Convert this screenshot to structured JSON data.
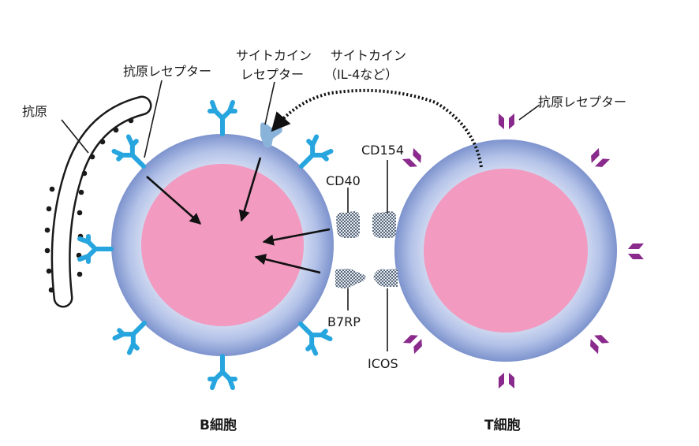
{
  "labels": {
    "antigen": "抗原",
    "b_antigen_receptor": "抗原レセプター",
    "cytokine_receptor_line1": "サイトカイン",
    "cytokine_receptor_line2": "レセプター",
    "cytokine_line1": "サイトカイン",
    "cytokine_line2": "（IL-4など）",
    "t_antigen_receptor": "抗原レセプター",
    "cd154": "CD154",
    "cd40": "CD40",
    "b7rp": "B7RP",
    "icos": "ICOS",
    "b_cell": "B細胞",
    "t_cell": "T細胞"
  },
  "colors": {
    "membrane_outer": "#7f95cf",
    "membrane_inner": "#c9d3ee",
    "cytoplasm": "#f39ac0",
    "b_receptor": "#29a6df",
    "t_receptor": "#8a2a8c",
    "cytokine_receptor": "#8ab3d9",
    "molecule": "#6f7f94",
    "text": "#1a1a1a"
  }
}
